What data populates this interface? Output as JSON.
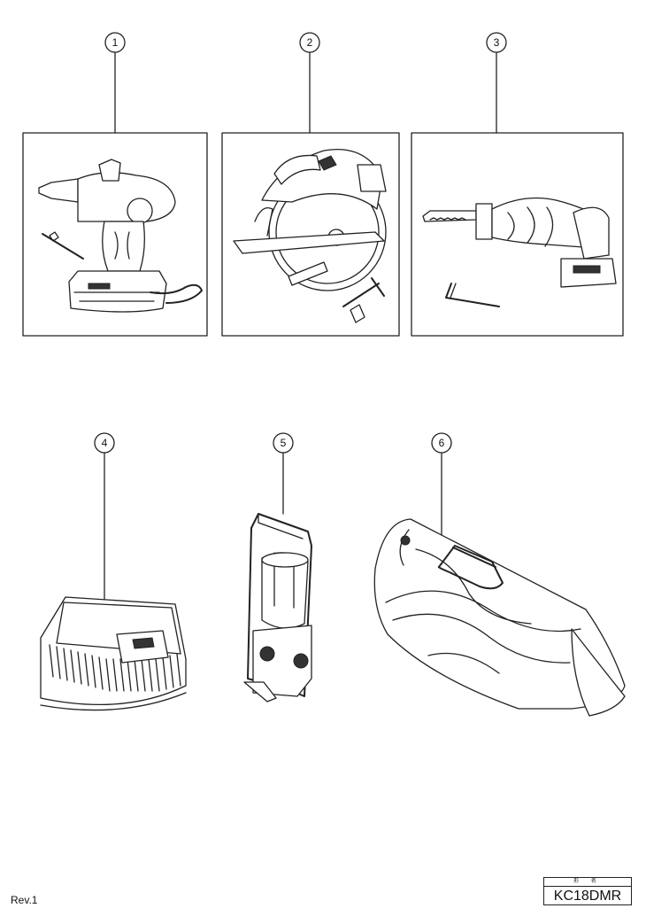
{
  "items": [
    {
      "num": "1",
      "icon": "drill-driver-icon"
    },
    {
      "num": "2",
      "icon": "circular-saw-icon"
    },
    {
      "num": "3",
      "icon": "reciprocating-saw-icon"
    },
    {
      "num": "4",
      "icon": "battery-charger-icon"
    },
    {
      "num": "5",
      "icon": "work-light-icon"
    },
    {
      "num": "6",
      "icon": "tool-bag-icon"
    }
  ],
  "footer": {
    "revision": "Rev.1",
    "model_header": "形 名",
    "model": "KC18DMR"
  }
}
